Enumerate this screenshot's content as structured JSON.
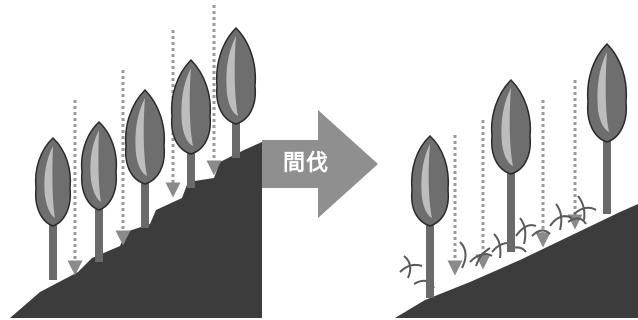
{
  "arrow": {
    "label": "間伐",
    "color": "#8f8f8f",
    "text_color": "#ffffff"
  },
  "colors": {
    "ground": "#3c3c3c",
    "trunk": "#6a6a6a",
    "crown_dark": "#6e6e6e",
    "crown_light": "#bdbdbd",
    "light_ray": "#9a9a9a",
    "undergrowth": "#5a5a5a"
  },
  "panels": {
    "before": {
      "description_icon": "dense-forest-icon",
      "tree_count": 5
    },
    "after": {
      "description_icon": "thinned-forest-icon",
      "tree_count": 3
    }
  }
}
